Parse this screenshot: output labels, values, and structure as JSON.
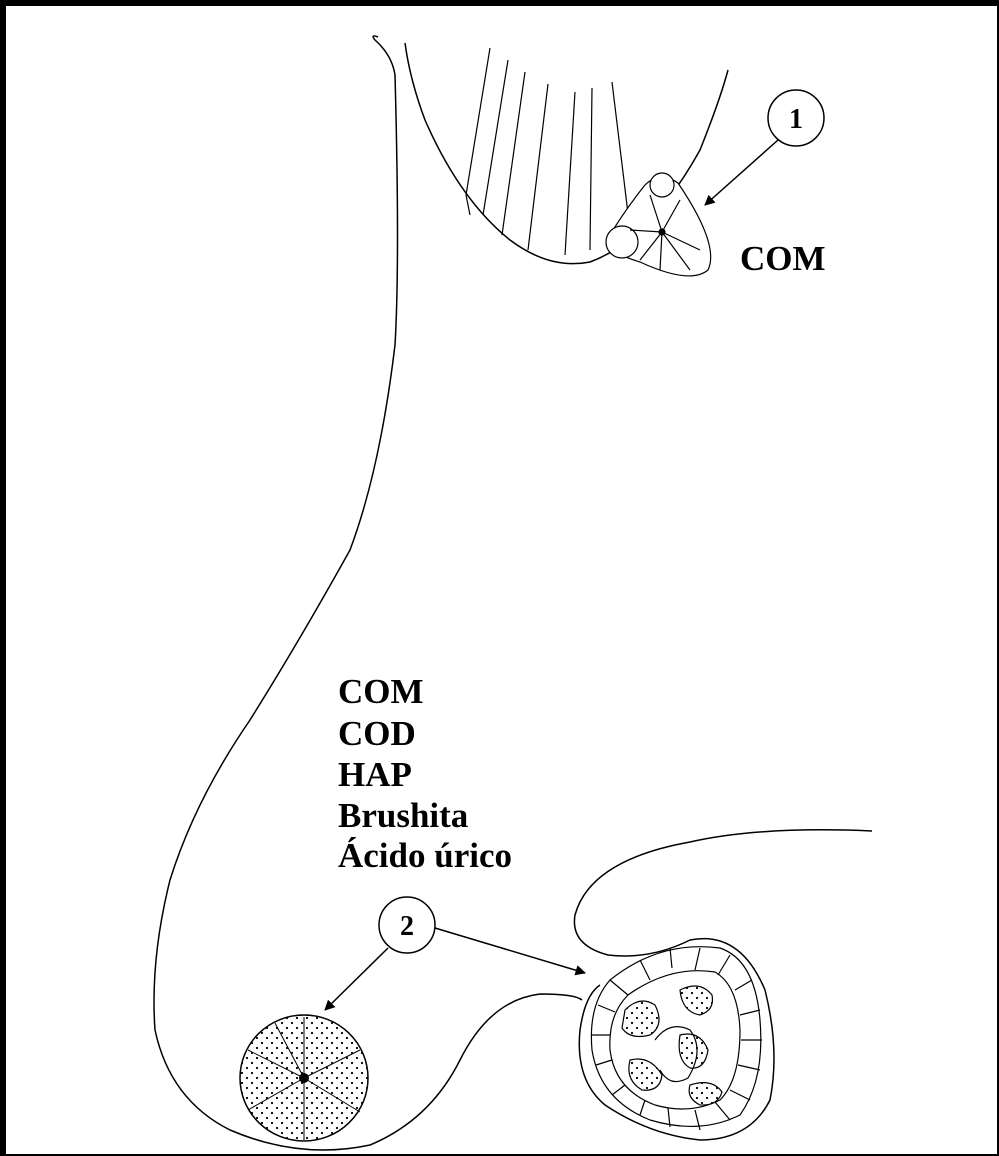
{
  "labels": {
    "top_stone": "COM",
    "bottom_list": [
      "COM",
      "COD",
      "HAP",
      "Brushita",
      "Ácido úrico"
    ]
  },
  "markers": {
    "one": "1",
    "two": "2"
  }
}
